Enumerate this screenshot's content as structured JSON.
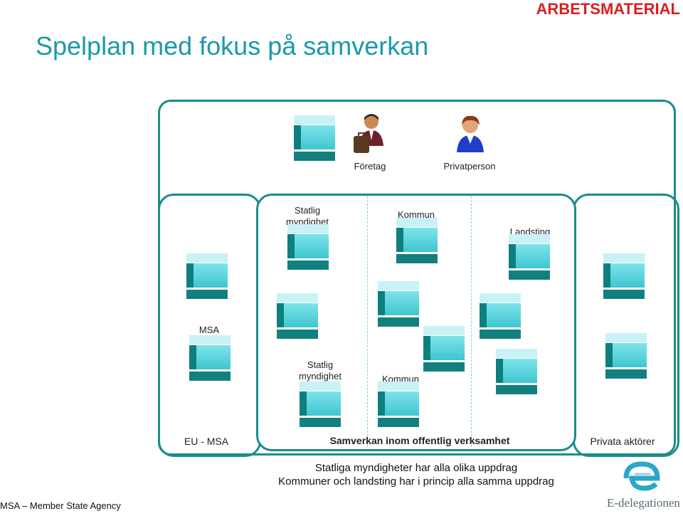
{
  "header": {
    "title": "Spelplan med fokus på samverkan",
    "stamp": "ARBETSMATERIAL"
  },
  "top_actors": {
    "foretag": "Företag",
    "privatperson": "Privatperson"
  },
  "inner_box": {
    "statlig_top": "Statlig myndighet",
    "kommun_top": "Kommun",
    "landsting": "Landsting",
    "statlig_mid": "Statlig myndighet",
    "kommun_mid": "Kommun",
    "caption": "Samverkan inom offentlig verksamhet"
  },
  "left_zone": {
    "msa": "MSA",
    "eu_msa": "EU - MSA"
  },
  "right_zone": {
    "privata": "Privata aktörer"
  },
  "footer": {
    "line1": "Statliga myndigheter har alla olika uppdrag",
    "line2": "Kommuner och landsting har i princip alla samma uppdrag",
    "abbrev": "MSA – Member State Agency",
    "logo": "E-delegationen"
  },
  "colors": {
    "frame": "#1a8c8c",
    "title": "#1a9aa8",
    "stamp": "#d92020"
  }
}
